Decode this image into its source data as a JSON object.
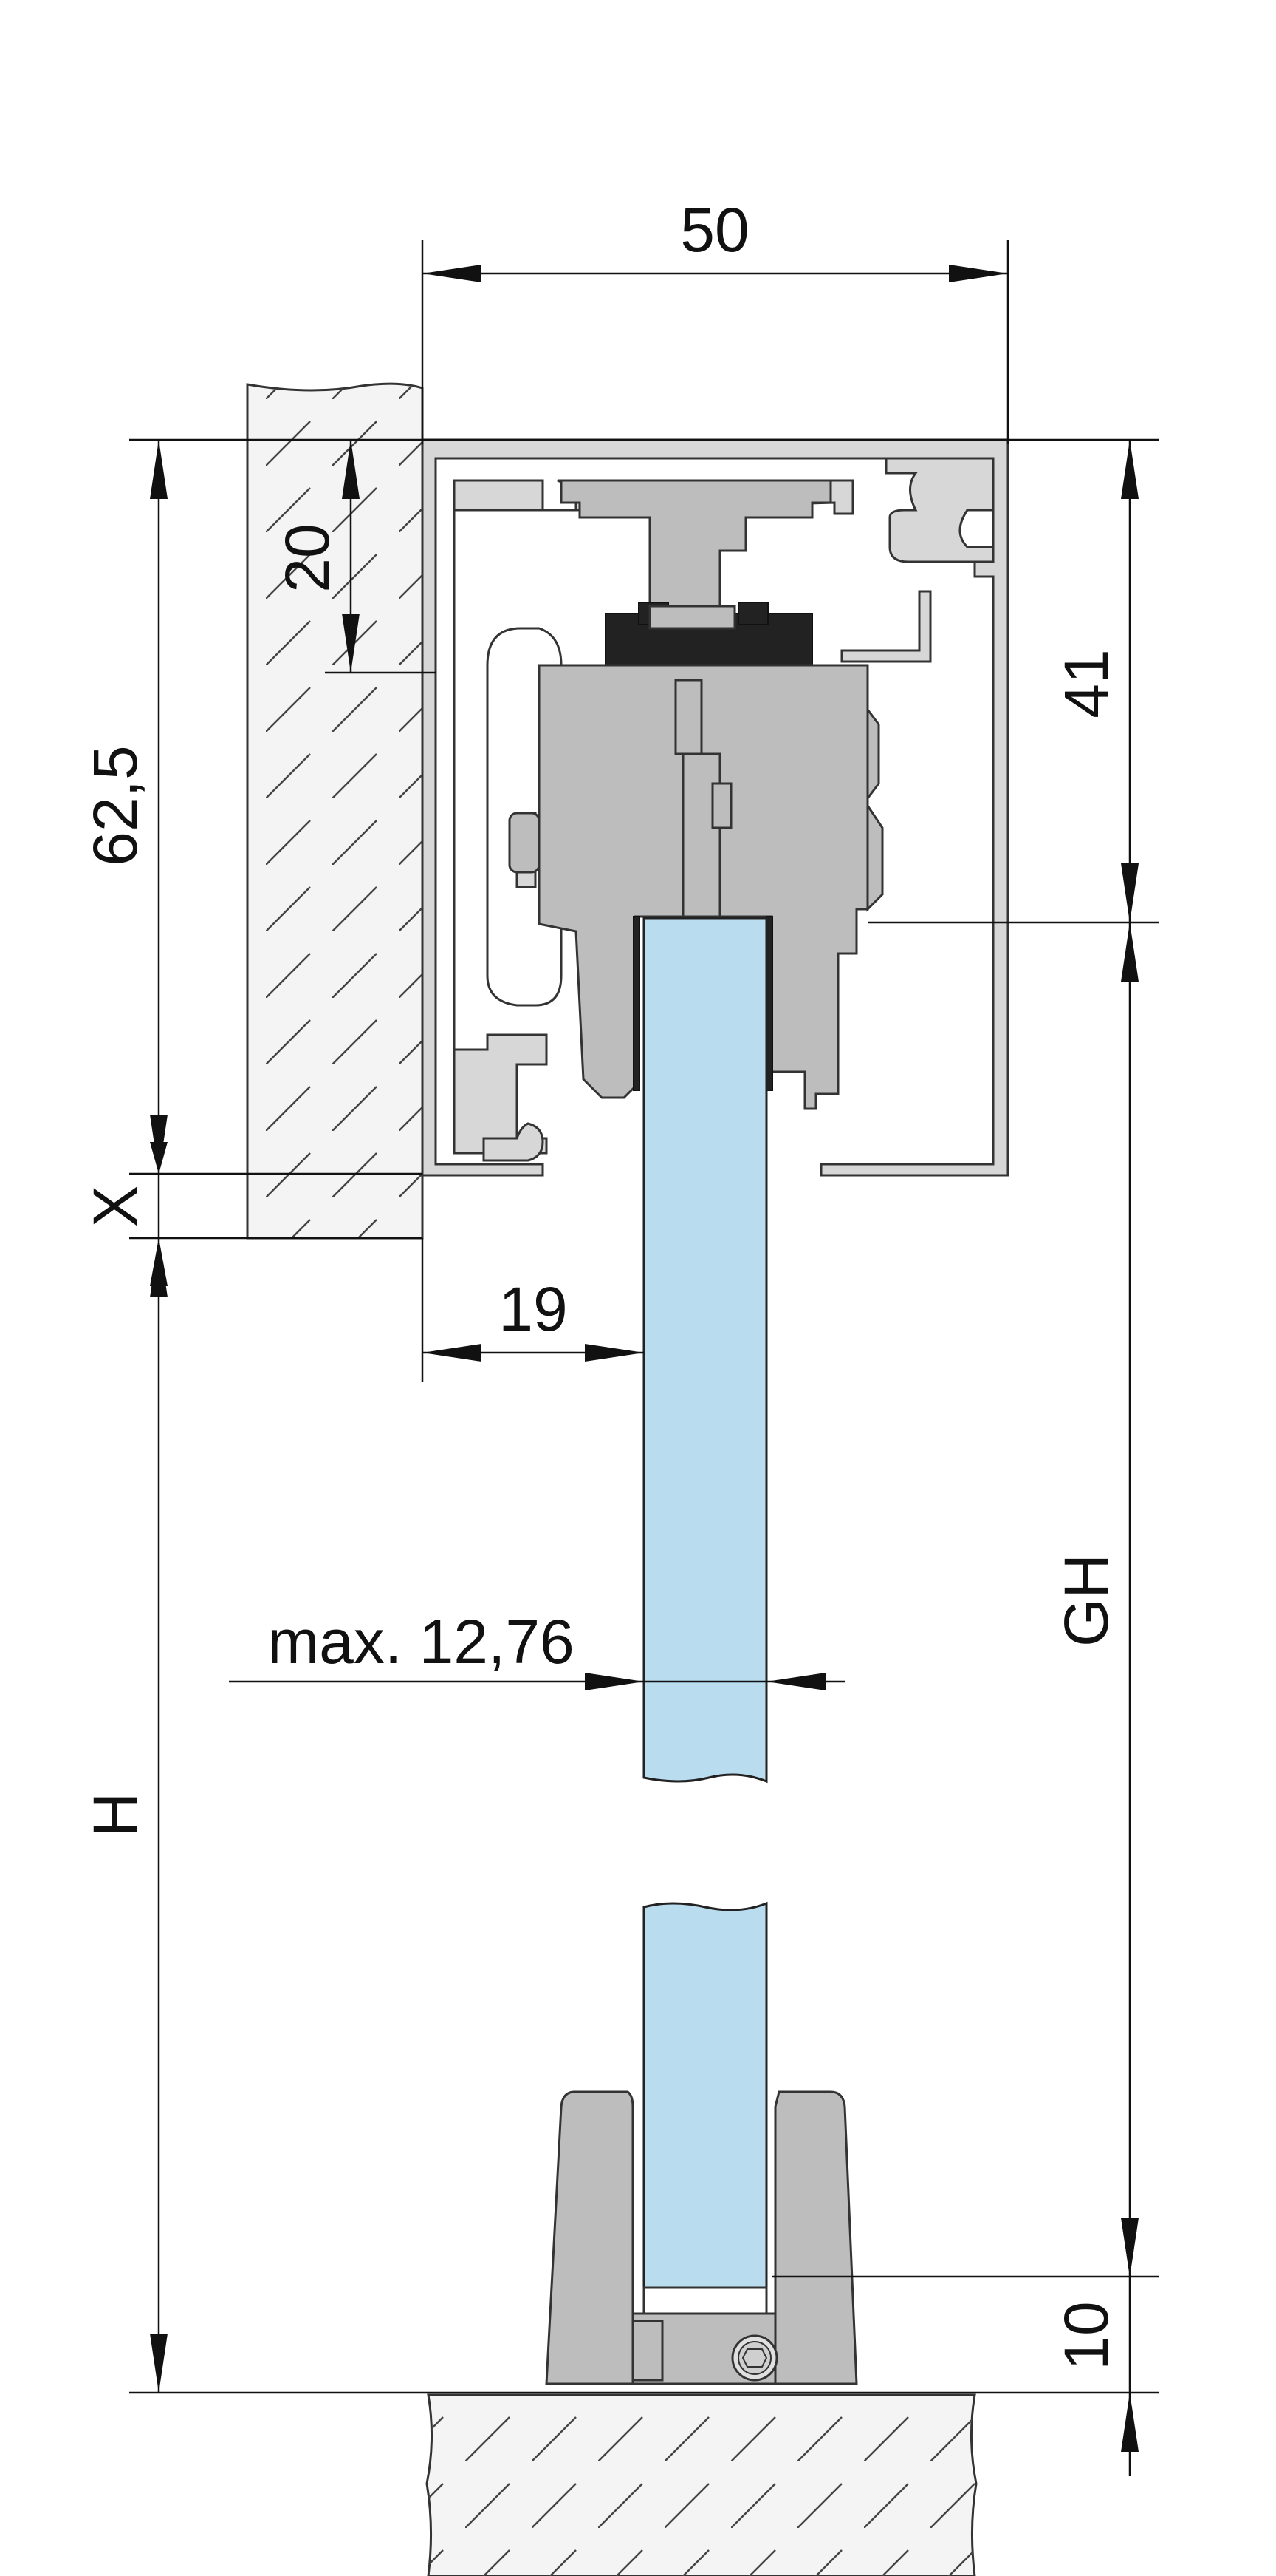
{
  "dimensions": {
    "width_top": "50",
    "depth_20": "20",
    "height_62_5": "62,5",
    "height_41": "41",
    "offset_x": "X",
    "offset_19": "19",
    "glass_max": "max. 12,76",
    "glass_height": "GH",
    "total_height": "H",
    "bottom_10": "10"
  },
  "colors": {
    "glass": "#b9dcef",
    "aluminium": "#d7d7d7",
    "carriage": "#bdbdbd",
    "roller": "#222222"
  }
}
